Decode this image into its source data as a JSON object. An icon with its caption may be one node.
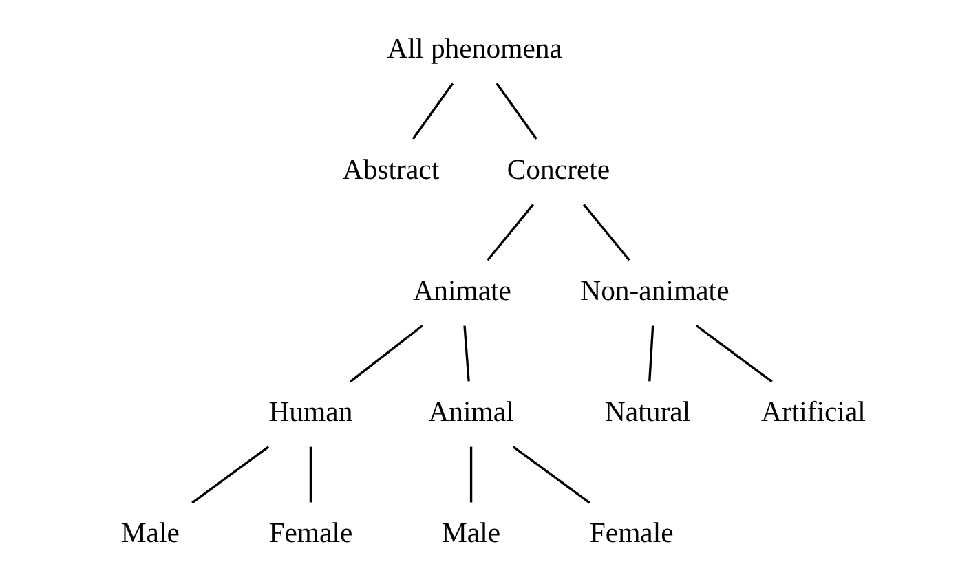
{
  "diagram": {
    "nodes": [
      {
        "text": [
          "All phenomena"
        ]
      },
      {
        "text": [
          "Abstract"
        ]
      },
      {
        "text": [
          "Concrete"
        ]
      },
      {
        "text": [
          "Animate"
        ]
      },
      {
        "text": [
          "Non-animate"
        ]
      },
      {
        "text": [
          "Human"
        ]
      },
      {
        "text": [
          "Animal"
        ]
      },
      {
        "text": [
          "Natural"
        ]
      },
      {
        "text": [
          "Artificial"
        ]
      },
      {
        "text": [
          "Male"
        ]
      },
      {
        "text": [
          "Female"
        ]
      },
      {
        "text": [
          "Male"
        ]
      },
      {
        "text": [
          "Female"
        ]
      }
    ],
    "edges": [
      {
        "from": 0,
        "to": 1,
        "arrow": "none"
      },
      {
        "from": 0,
        "to": 2,
        "arrow": "none"
      },
      {
        "from": 2,
        "to": 3,
        "arrow": "none"
      },
      {
        "from": 2,
        "to": 4,
        "arrow": "none"
      },
      {
        "from": 3,
        "to": 5,
        "arrow": "none"
      },
      {
        "from": 3,
        "to": 6,
        "arrow": "none"
      },
      {
        "from": 4,
        "to": 7,
        "arrow": "none"
      },
      {
        "from": 4,
        "to": 8,
        "arrow": "none"
      },
      {
        "from": 5,
        "to": 9,
        "arrow": "none"
      },
      {
        "from": 5,
        "to": 10,
        "arrow": "none"
      },
      {
        "from": 6,
        "to": 11,
        "arrow": "none"
      },
      {
        "from": 6,
        "to": 12,
        "arrow": "none"
      }
    ]
  }
}
